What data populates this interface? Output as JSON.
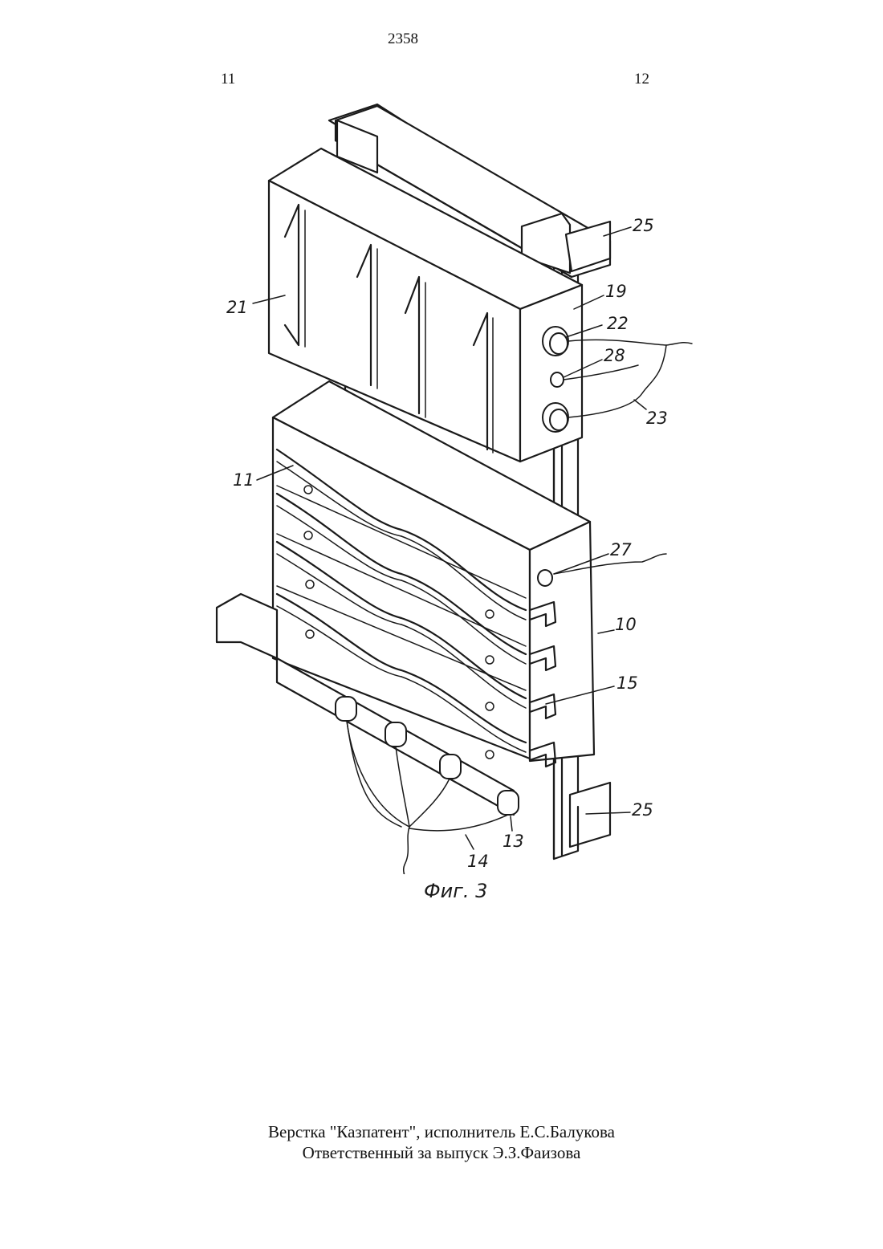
{
  "header": {
    "doc_number": "2358",
    "col_left": "11",
    "col_right": "12"
  },
  "figure": {
    "caption": "Фиг. 3",
    "labels": {
      "l25_top": "25",
      "l19": "19",
      "l22": "22",
      "l21": "21",
      "l28": "28",
      "l23": "23",
      "l11": "11",
      "l27": "27",
      "l10": "10",
      "l15": "15",
      "l25_bottom": "25",
      "l13": "13",
      "l14": "14"
    }
  },
  "footer": {
    "line1": "Верстка \"Казпатент\", исполнитель  Е.С.Балукова",
    "line2": "Ответственный за выпуск  Э.З.Фаизова"
  }
}
